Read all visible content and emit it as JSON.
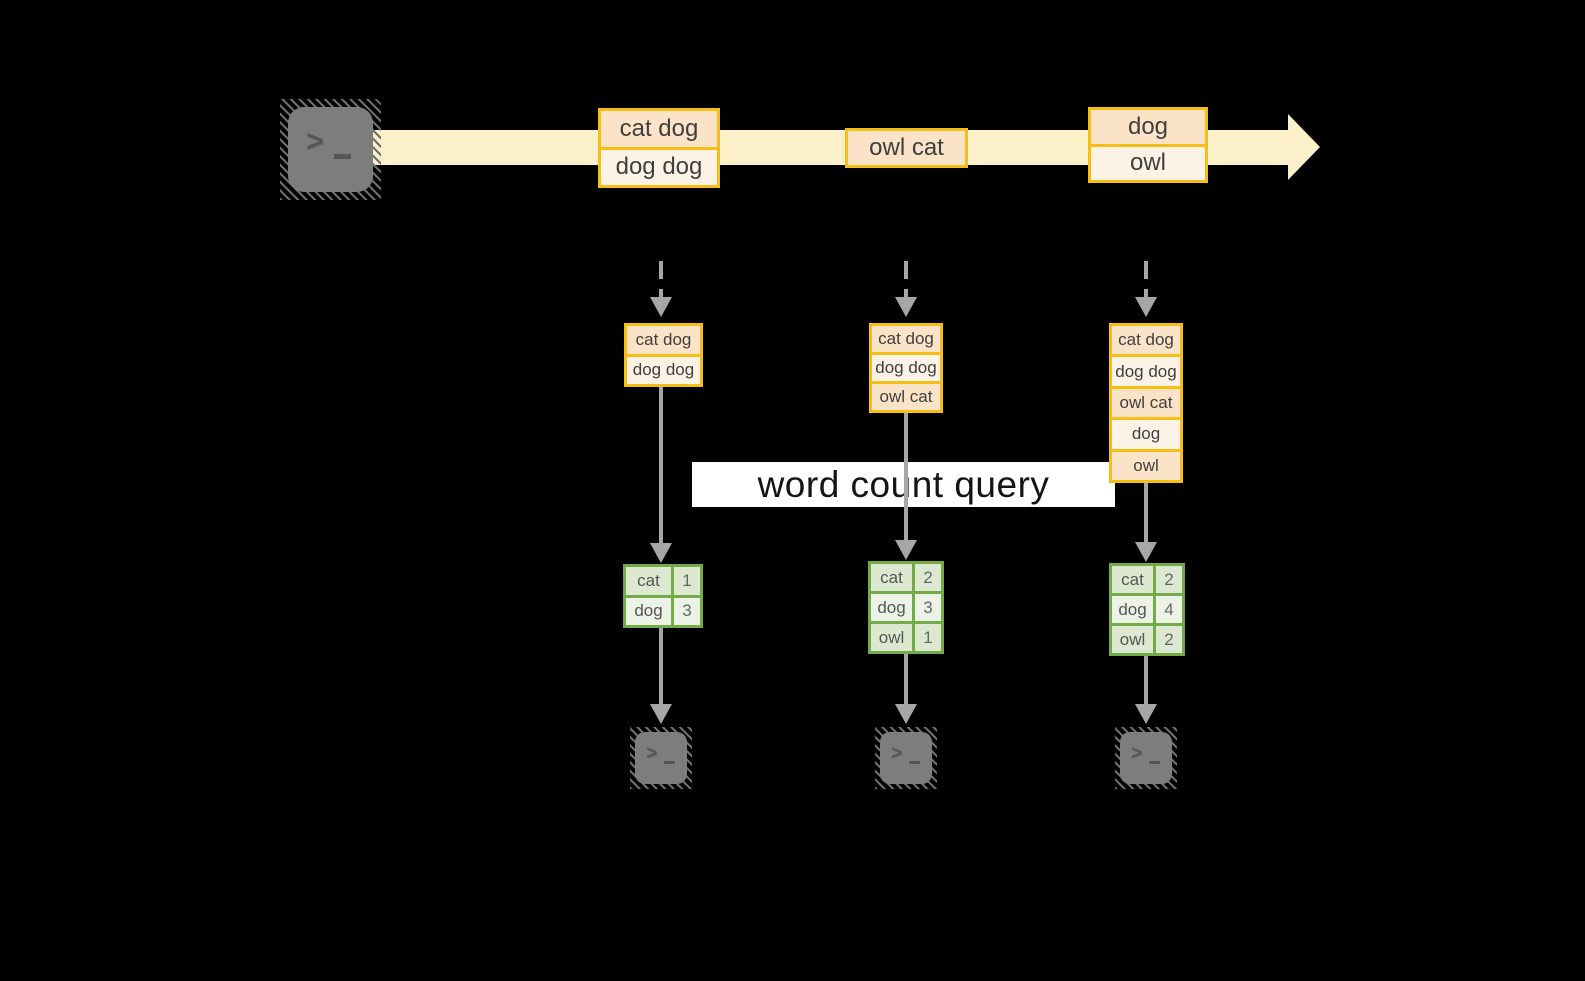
{
  "query_label": "word count query",
  "stream": {
    "source_icon": "terminal-icon",
    "batches": [
      {
        "entries": [
          "cat dog",
          "dog dog"
        ]
      },
      {
        "entries": [
          "owl cat"
        ]
      },
      {
        "entries": [
          "dog",
          "owl"
        ]
      }
    ]
  },
  "columns": [
    {
      "state_rows": [
        "cat dog",
        "dog dog"
      ],
      "result_rows": [
        {
          "word": "cat",
          "count": "1"
        },
        {
          "word": "dog",
          "count": "3"
        }
      ],
      "sink_icon": "terminal-icon"
    },
    {
      "state_rows": [
        "cat dog",
        "dog dog",
        "owl cat"
      ],
      "result_rows": [
        {
          "word": "cat",
          "count": "2"
        },
        {
          "word": "dog",
          "count": "3"
        },
        {
          "word": "owl",
          "count": "1"
        }
      ],
      "sink_icon": "terminal-icon"
    },
    {
      "state_rows": [
        "cat dog",
        "dog dog",
        "owl cat",
        "dog",
        "owl"
      ],
      "result_rows": [
        {
          "word": "cat",
          "count": "2"
        },
        {
          "word": "dog",
          "count": "4"
        },
        {
          "word": "owl",
          "count": "2"
        }
      ],
      "sink_icon": "terminal-icon"
    }
  ],
  "colors": {
    "background": "#000000",
    "stream_fill": "#FBF0CA",
    "box_border_orange": "#F7BE16",
    "box_fill_dark": "#FBE3C7",
    "box_fill_light": "#FDF2E6",
    "table_border_green": "#72AB47",
    "table_fill_dark": "#DCE8D0",
    "table_fill_light": "#ECF2E5",
    "arrow_gray": "#A6A6A6",
    "terminal_gray": "#7D7D7D",
    "query_box_bg": "#FFFFFF",
    "text_dark": "#3F3F3F"
  }
}
